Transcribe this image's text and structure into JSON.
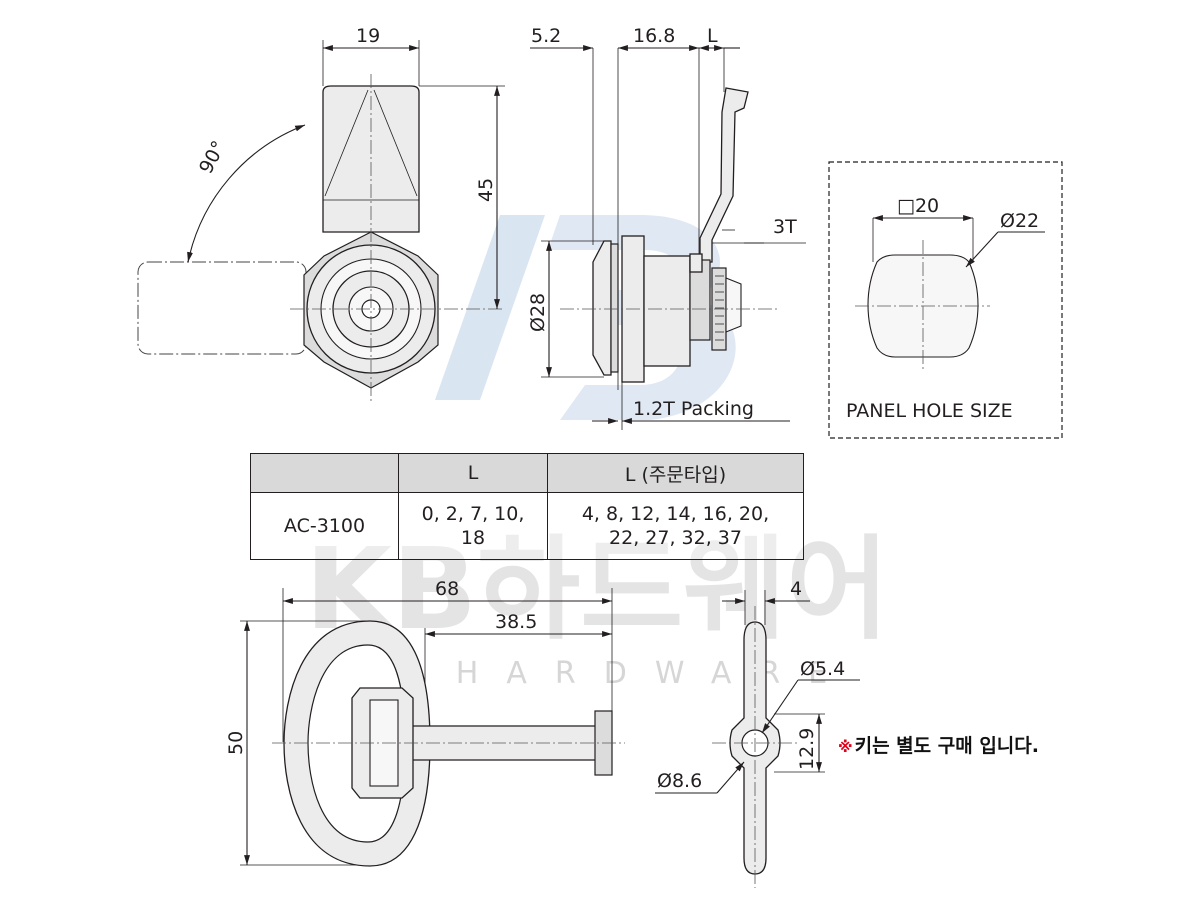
{
  "watermark": {
    "main": "KB하드웨어",
    "sub": "KB HARDWARE"
  },
  "front_view": {
    "width_dim": "19",
    "height_dim": "45",
    "angle": "90°"
  },
  "side_view": {
    "dim_a": "5.2",
    "dim_b": "16.8",
    "dim_c": "L",
    "thickness": "3T",
    "diameter": "Ø28",
    "packing": "1.2T Packing"
  },
  "panel_hole": {
    "square": "□20",
    "diameter": "Ø22",
    "caption": "PANEL HOLE SIZE"
  },
  "table": {
    "headers": [
      "",
      "L",
      "L (주문타입)"
    ],
    "model": "AC-3100",
    "l_standard_line1": "0, 2, 7, 10,",
    "l_standard_line2": "18",
    "l_order_line1": "4, 8, 12, 14, 16, 20,",
    "l_order_line2": "22, 27, 32, 37"
  },
  "key_view": {
    "length": "68",
    "shaft": "38.5",
    "height": "50"
  },
  "key_profile": {
    "thickness": "4",
    "inner": "Ø5.4",
    "outer": "Ø8.6",
    "span": "12.9"
  },
  "note": {
    "mark": "※",
    "text": "키는 별도 구매 입니다."
  }
}
